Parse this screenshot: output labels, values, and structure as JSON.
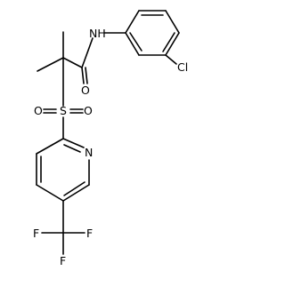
{
  "molecule": {
    "atoms": {
      "amine": "NH",
      "carbonyl_oxygen": "O",
      "chlorine": "Cl",
      "sulfur": "S",
      "sulfonyl_oxygen_left": "O",
      "sulfonyl_oxygen_right": "O",
      "pyridine_nitrogen": "N",
      "fluorine_left": "F",
      "fluorine_bottom": "F",
      "fluorine_right": "F"
    },
    "colors": {
      "ink": "#000000",
      "background": "#ffffff"
    }
  }
}
